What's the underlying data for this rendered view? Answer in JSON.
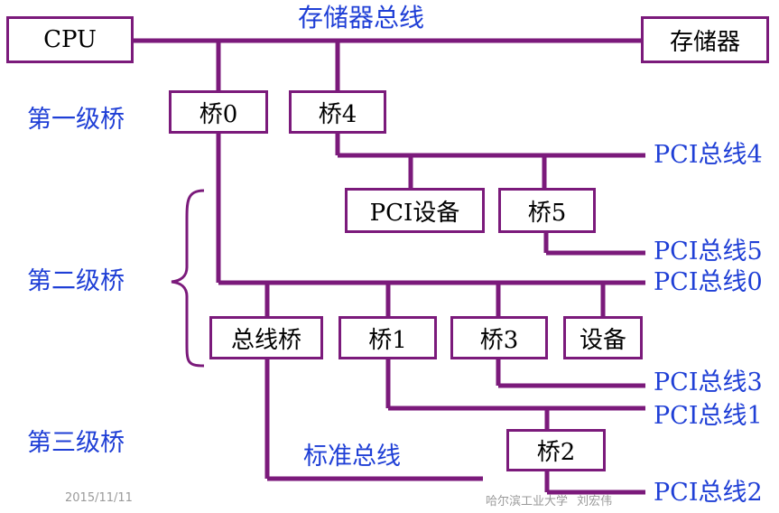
{
  "nodes": {
    "cpu": "CPU",
    "memory": "存储器",
    "bridge0": "桥0",
    "bridge4": "桥4",
    "pci_device": "PCI设备",
    "bridge5": "桥5",
    "bus_bridge": "总线桥",
    "bridge1": "桥1",
    "bridge3": "桥3",
    "device": "设备",
    "bridge2": "桥2"
  },
  "buses": {
    "memory_bus": "存储器总线",
    "pci4": "PCI总线4",
    "pci5": "PCI总线5",
    "pci0": "PCI总线0",
    "pci3": "PCI总线3",
    "pci1": "PCI总线1",
    "pci2": "PCI总线2",
    "standard_bus": "标准总线"
  },
  "levels": {
    "first": "第一级桥",
    "second": "第二级桥",
    "third": "第三级桥"
  },
  "footer": {
    "date": "2015/11/11",
    "institution": "哈尔滨工业大学",
    "author": "刘宏伟"
  },
  "colors": {
    "line": "#7b1a7b",
    "label": "#1f3fd6"
  }
}
